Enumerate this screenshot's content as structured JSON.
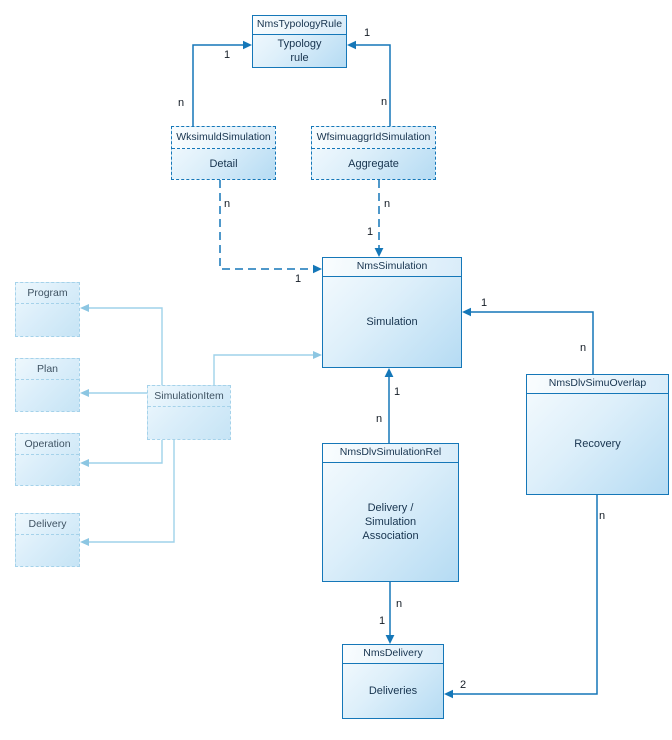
{
  "diagram": {
    "nodes": [
      {
        "title": "NmsTypologyRule",
        "body": "Typology\nrule"
      },
      {
        "title": "WksimuldSimulation",
        "body": "Detail"
      },
      {
        "title": "WfsimuaggrIdSimulation",
        "body": "Aggregate"
      },
      {
        "title": "NmsSimulation",
        "body": "Simulation"
      },
      {
        "title": "SimulationItem",
        "body": ""
      },
      {
        "title": "Program",
        "body": ""
      },
      {
        "title": "Plan",
        "body": ""
      },
      {
        "title": "Operation",
        "body": ""
      },
      {
        "title": "Delivery",
        "body": ""
      },
      {
        "title": "NmsDlvSimulationRel",
        "body": "Delivery /\nSimulation\nAssociation"
      },
      {
        "title": "NmsDlvSimuOverlap",
        "body": "Recovery"
      },
      {
        "title": "NmsDelivery",
        "body": "Deliveries"
      }
    ],
    "relationships": [
      {
        "from": "WksimuldSimulation",
        "to": "NmsTypologyRule",
        "from_mult": "n",
        "to_mult": "1",
        "line": "solid"
      },
      {
        "from": "WfsimuaggrIdSimulation",
        "to": "NmsTypologyRule",
        "from_mult": "n",
        "to_mult": "1",
        "line": "solid"
      },
      {
        "from": "WksimuldSimulation",
        "to": "NmsSimulation",
        "from_mult": "n",
        "to_mult": "1",
        "line": "dashed"
      },
      {
        "from": "WfsimuaggrIdSimulation",
        "to": "NmsSimulation",
        "from_mult": "n",
        "to_mult": "1",
        "line": "dashed"
      },
      {
        "from": "NmsDlvSimuOverlap",
        "to": "NmsSimulation",
        "from_mult": "n",
        "to_mult": "1",
        "line": "solid"
      },
      {
        "from": "NmsDlvSimulationRel",
        "to": "NmsSimulation",
        "from_mult": "n",
        "to_mult": "1",
        "line": "solid"
      },
      {
        "from": "NmsDlvSimulationRel",
        "to": "NmsDelivery",
        "from_mult": "n",
        "to_mult": "1",
        "line": "solid"
      },
      {
        "from": "NmsDlvSimuOverlap",
        "to": "NmsDelivery",
        "from_mult": "n",
        "to_mult": "2",
        "line": "solid"
      },
      {
        "from": "SimulationItem",
        "to": "NmsSimulation",
        "line": "light"
      },
      {
        "from": "SimulationItem",
        "to": "Program",
        "line": "light"
      },
      {
        "from": "SimulationItem",
        "to": "Plan",
        "line": "light"
      },
      {
        "from": "SimulationItem",
        "to": "Operation",
        "line": "light"
      },
      {
        "from": "SimulationItem",
        "to": "Delivery",
        "line": "light"
      }
    ],
    "colors": {
      "primary_line": "#1577b8",
      "light_line": "#a5d2ea",
      "node_fill_start": "#f6fbfe",
      "node_fill_end": "#b5dbf3",
      "label_text": "#141c26"
    }
  }
}
